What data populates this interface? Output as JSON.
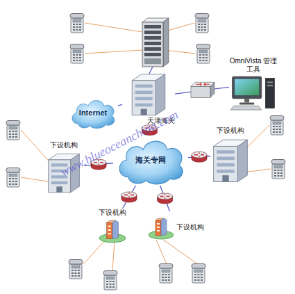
{
  "diagram": {
    "nodes": [
      {
        "text": [
          "OmniVista 管理工具"
        ]
      },
      {
        "text": [
          "Internet"
        ]
      },
      {
        "text": [
          "天津海关"
        ]
      },
      {
        "text": [
          "下设机构"
        ]
      },
      {
        "text": [
          "下设机构"
        ]
      },
      {
        "text": [
          "海关专网"
        ]
      },
      {
        "text": [
          "下设机构"
        ]
      },
      {
        "text": [
          "下设机构"
        ]
      }
    ],
    "edges": [
      {
        "from": 2,
        "to": 1,
        "arrow": "none"
      },
      {
        "from": 2,
        "to": 0,
        "arrow": "none"
      },
      {
        "from": 2,
        "to": 5,
        "arrow": "none"
      },
      {
        "from": 5,
        "to": 4,
        "arrow": "none"
      },
      {
        "from": 5,
        "to": 3,
        "arrow": "none"
      },
      {
        "from": 5,
        "to": 6,
        "arrow": "none"
      },
      {
        "from": 5,
        "to": 7,
        "arrow": "none"
      }
    ],
    "labels": [
      "www.blueoceanchina.com"
    ]
  }
}
